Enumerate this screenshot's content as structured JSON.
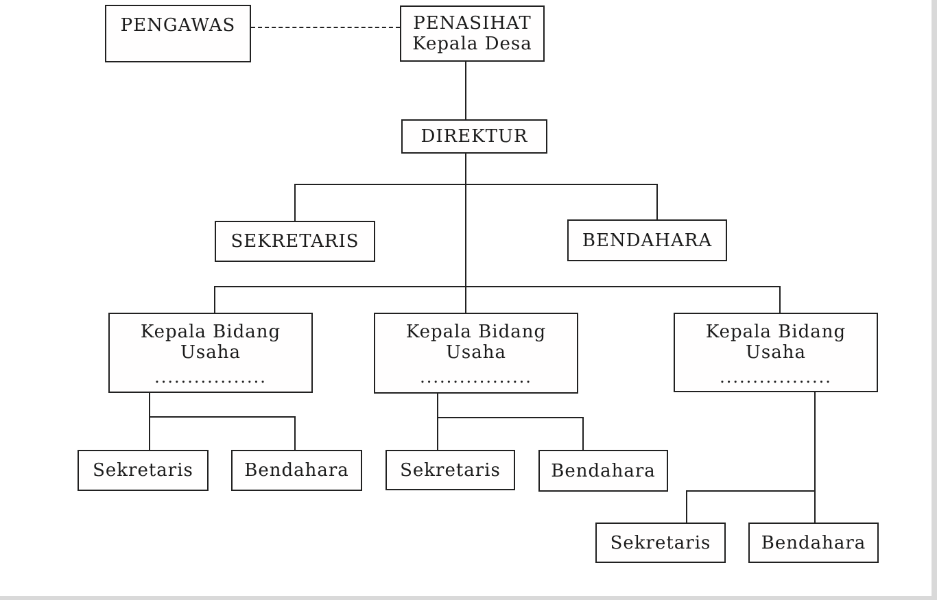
{
  "diagram_type": "org-chart",
  "colors": {
    "background": "#ffffff",
    "line": "#212121",
    "text": "#1b1b1b",
    "edge_strip": "#d9d9d9"
  },
  "nodes": {
    "pengawas": {
      "label": "PENGAWAS"
    },
    "penasihat": {
      "line1": "PENASIHAT",
      "line2": "Kepala Desa"
    },
    "direktur": {
      "label": "DIREKTUR"
    },
    "sekretaris": {
      "label": "SEKRETARIS"
    },
    "bendahara": {
      "label": "BENDAHARA"
    },
    "units": [
      {
        "line1": "Kepala Bidang",
        "line2": "Usaha",
        "line3": ".................",
        "sekretaris": "Sekretaris",
        "bendahara": "Bendahara"
      },
      {
        "line1": "Kepala Bidang",
        "line2": "Usaha",
        "line3": ".................",
        "sekretaris": "Sekretaris",
        "bendahara": "Bendahara"
      },
      {
        "line1": "Kepala Bidang",
        "line2": "Usaha",
        "line3": ".................",
        "sekretaris": "Sekretaris",
        "bendahara": "Bendahara"
      }
    ]
  },
  "connectors": {
    "pengawas_to_penasihat": "dashed",
    "hierarchy_lines": "solid"
  }
}
